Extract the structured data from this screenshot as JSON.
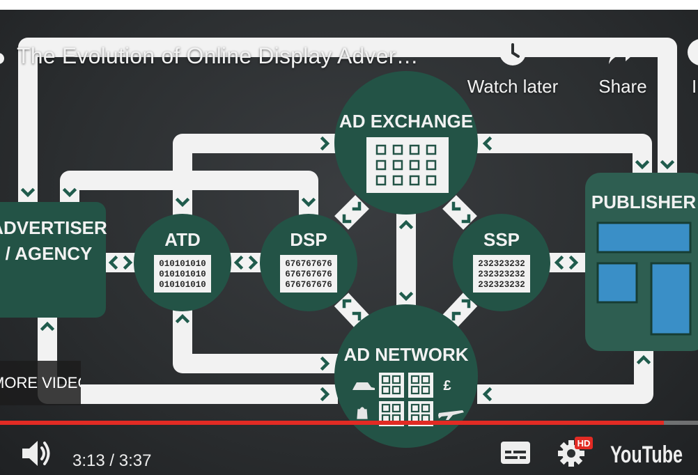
{
  "video": {
    "title": "The Evolution of Online Display Adver…",
    "current_time": "3:13",
    "duration": "3:37",
    "time_separator": "/",
    "progress_fraction": 0.951
  },
  "top_actions": {
    "watch_later": {
      "label": "Watch later",
      "icon": "clock-icon"
    },
    "share": {
      "label": "Share",
      "icon": "share-arrow-icon"
    },
    "info": {
      "label": "I",
      "icon": "info-icon"
    }
  },
  "more_videos": {
    "label": "MORE VIDEOS"
  },
  "controls": {
    "volume_icon": "speaker-icon",
    "captions_icon": "captions-icon",
    "settings_icon": "gear-icon",
    "hd_badge": "HD",
    "brand": "YouTube"
  },
  "diagram": {
    "nodes": {
      "advertiser": [
        "ADVERTISER",
        "/ AGENCY"
      ],
      "atd": "ATD",
      "dsp": "DSP",
      "ad_exchange": "AD EXCHANGE",
      "ssp": "SSP",
      "ad_network": "AD NETWORK",
      "publisher": "PUBLISHER"
    },
    "codes": {
      "atd": [
        "010101010",
        "010101010",
        "010101010"
      ],
      "dsp": [
        "676767676",
        "676767676",
        "676767676"
      ],
      "ssp": [
        "232323232",
        "232323232",
        "232323232"
      ]
    },
    "currency_symbol": "£"
  },
  "colors": {
    "node_green": "#235346",
    "publisher_green": "#2e5e51",
    "path_white": "#f2f2f2",
    "chevron_green": "#1f5b4c",
    "progress_red": "#e22b24",
    "publisher_blue": "#3a8fc7"
  }
}
